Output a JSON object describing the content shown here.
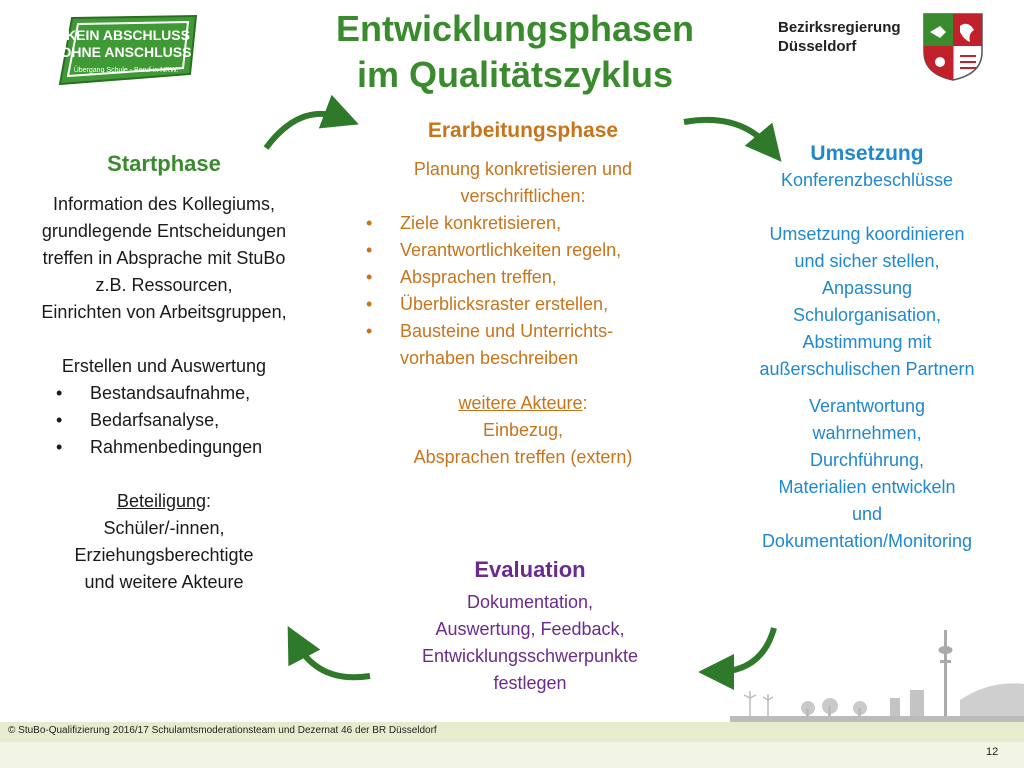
{
  "header": {
    "title_line1": "Entwicklungsphasen",
    "title_line2": "im Qualitätszyklus",
    "logo_line1": "KEIN ABSCHLUSS",
    "logo_line2": "OHNE ANSCHLUSS",
    "logo_line3": "Übergang Schule - Beruf in NRW.",
    "authority_line1": "Bezirksregierung",
    "authority_line2": "Düsseldorf"
  },
  "startphase": {
    "title": "Startphase",
    "lines": [
      "Information des Kollegiums,",
      "grundlegende Entscheidungen",
      "treffen in Absprache mit StuBo",
      "z.B. Ressourcen,",
      "Einrichten von Arbeitsgruppen,"
    ],
    "subheading": "Erstellen und Auswertung",
    "bullets": [
      "Bestandsaufnahme,",
      "Bedarfsanalyse,",
      "Rahmenbedingungen"
    ],
    "participation_label": "Beteiligung",
    "participation_colon": ":",
    "participation_lines": [
      "Schüler/-innen,",
      "Erziehungsberechtigte",
      "und weitere Akteure"
    ]
  },
  "erarbeitung": {
    "title": "Erarbeitungsphase",
    "intro_lines": [
      "Planung konkretisieren und",
      "verschriftlichen:"
    ],
    "bullets": [
      "Ziele konkretisieren,",
      "Verantwortlichkeiten regeln,",
      "Absprachen treffen,",
      "Überblicksraster erstellen,",
      "Bausteine und Unterrichts-vorhaben beschreiben"
    ],
    "actors_label": "weitere Akteure",
    "actors_colon": ":",
    "actors_lines": [
      "Einbezug,",
      "Absprachen treffen (extern)"
    ]
  },
  "umsetzung": {
    "title": "Umsetzung",
    "lines_a": [
      "Konferenzbeschlüsse"
    ],
    "lines_b": [
      "Umsetzung koordinieren",
      "und sicher stellen,",
      "Anpassung",
      "Schulorganisation,",
      "Abstimmung mit",
      "außerschulischen Partnern"
    ],
    "lines_c": [
      "Verantwortung",
      "wahrnehmen,",
      "Durchführung,",
      "Materialien entwickeln",
      "und",
      "Dokumentation/Monitoring"
    ]
  },
  "evaluation": {
    "title": "Evaluation",
    "lines": [
      "Dokumentation,",
      "Auswertung, Feedback,",
      "Entwicklungsschwerpunkte",
      "festlegen"
    ]
  },
  "footer": {
    "copyright": "©  StuBo-Qualifizierung 2016/17  Schulamtsmoderationsteam und Dezernat 46 der BR Düsseldorf",
    "page_number": "12"
  },
  "colors": {
    "green": "#3a8a2e",
    "arrow_green": "#2f7a2a",
    "orange": "#c8741a",
    "blue": "#1f88d0",
    "purple": "#6a2b8e"
  }
}
